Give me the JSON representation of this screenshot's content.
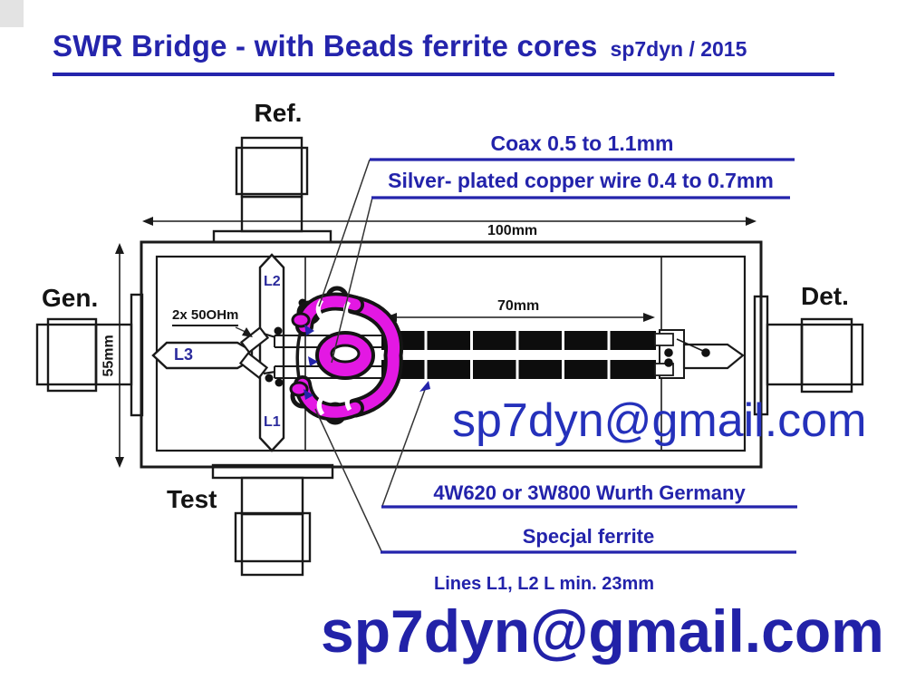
{
  "title": {
    "main": "SWR Bridge - with Beads ferrite cores",
    "credit": "sp7dyn / 2015"
  },
  "ports": {
    "top": "Ref.",
    "left": "Gen.",
    "right": "Det.",
    "bottom": "Test"
  },
  "trace_labels": {
    "l2": "L2",
    "l3": "L3",
    "l1": "L1"
  },
  "dimensions": {
    "overall_width": "100mm",
    "overall_height": "55mm",
    "bead_line_length": "70mm"
  },
  "callouts": {
    "coax": "Coax 0.5 to 1.1mm",
    "silver_wire": "Silver- plated copper wire 0.4 to 0.7mm",
    "resistors": "2x 50OHm",
    "bead_part": "4W620 or 3W800 Wurth Germany",
    "special_ferrite": "Specjal ferrite",
    "line_length_note": "Lines L1, L2 L min. 23mm"
  },
  "contact": {
    "email_center": "sp7dyn@gmail.com",
    "email_bottom": "sp7dyn@gmail.com"
  },
  "colors": {
    "accent_blue": "#2323ab",
    "ferrite_magenta": "#e318e3",
    "line_black": "#1a1a1a"
  }
}
